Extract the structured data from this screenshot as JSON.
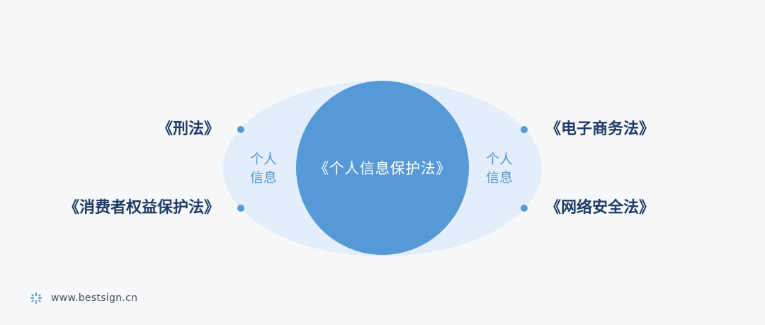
{
  "center": {
    "label": "《个人信息保护法》"
  },
  "left_side": {
    "line1": "个人",
    "line2": "信息"
  },
  "right_side": {
    "line1": "个人",
    "line2": "信息"
  },
  "laws": {
    "left_top": "《刑法》",
    "left_bottom": "《消费者权益保护法》",
    "right_top": "《电子商务法》",
    "right_bottom": "《网络安全法》"
  },
  "watermark": {
    "text": "www.bestsign.cn",
    "icon": "sparkle-icon"
  },
  "colors": {
    "background": "#f7f8fa",
    "ellipse": "#e3eefa",
    "circle": "#5599d6",
    "law_text": "#1d3b66",
    "accent": "#5599d6"
  }
}
